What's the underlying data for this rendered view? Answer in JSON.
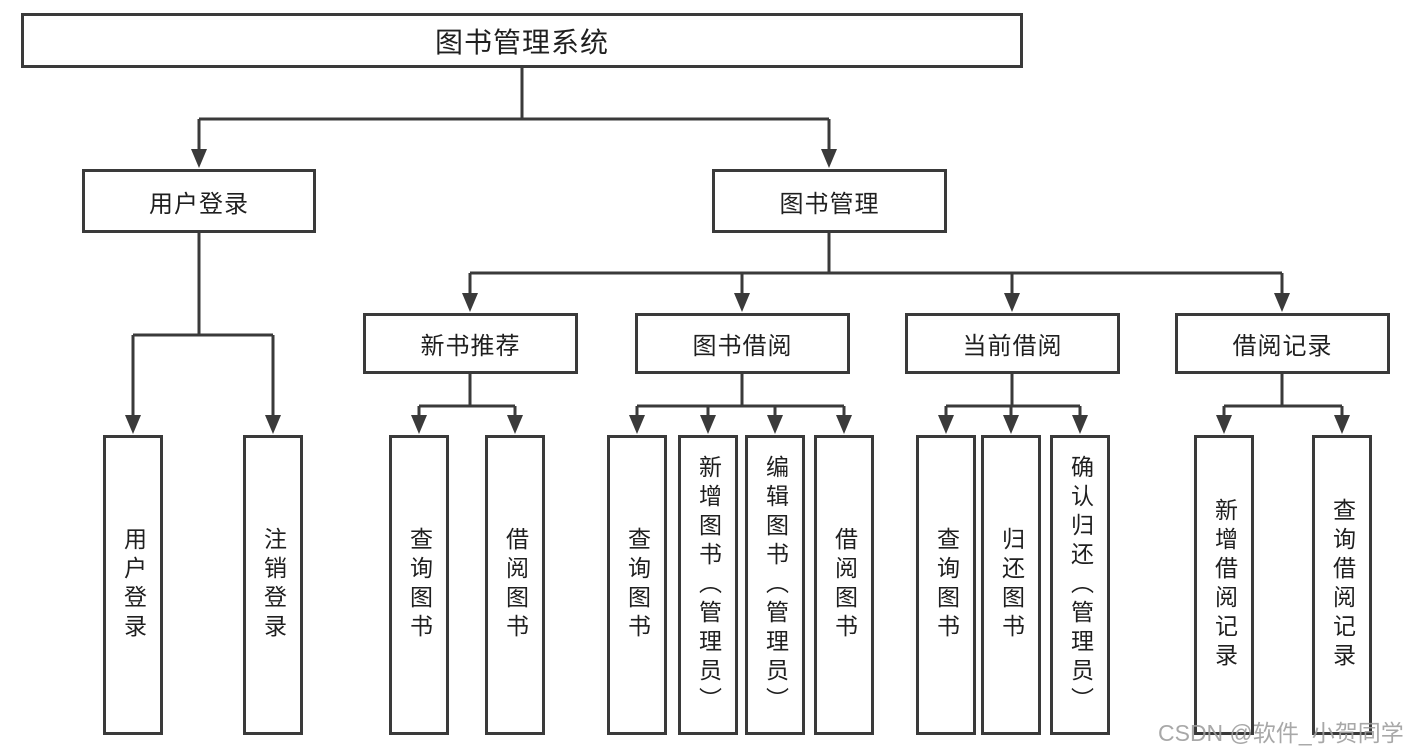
{
  "tree": {
    "root": {
      "label": "图书管理系统"
    },
    "branches": [
      {
        "label": "用户登录",
        "children": [
          {
            "label": "用户登录"
          },
          {
            "label": "注销登录"
          }
        ]
      },
      {
        "label": "图书管理",
        "children": [
          {
            "label": "新书推荐",
            "children": [
              {
                "label": "查询图书"
              },
              {
                "label": "借阅图书"
              }
            ]
          },
          {
            "label": "图书借阅",
            "children": [
              {
                "label": "查询图书"
              },
              {
                "label": "新增图书（管理员）"
              },
              {
                "label": "编辑图书（管理员）"
              },
              {
                "label": "借阅图书"
              }
            ]
          },
          {
            "label": "当前借阅",
            "children": [
              {
                "label": "查询图书"
              },
              {
                "label": "归还图书"
              },
              {
                "label": "确认归还（管理员）"
              }
            ]
          },
          {
            "label": "借阅记录",
            "children": [
              {
                "label": "新增借阅记录"
              },
              {
                "label": "查询借阅记录"
              }
            ]
          }
        ]
      }
    ]
  },
  "colors": {
    "line": "#3a3a3a",
    "text": "#1f1f1f",
    "watermark": "#9e9e9e",
    "background": "#ffffff"
  },
  "watermark": "CSDN @软件_小贺同学"
}
